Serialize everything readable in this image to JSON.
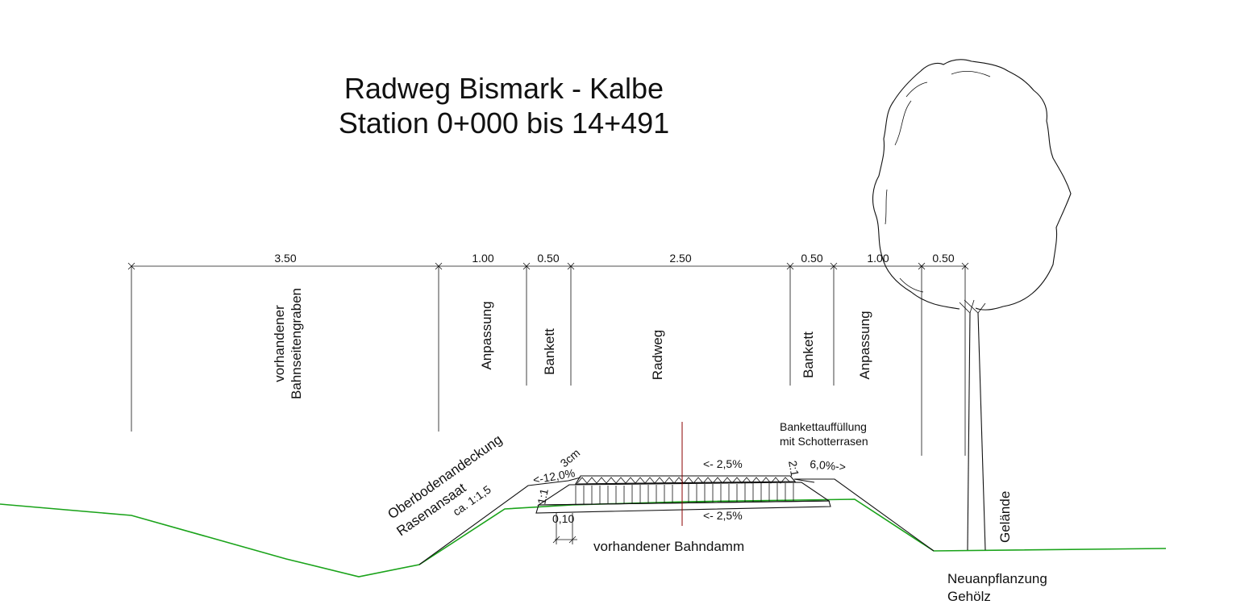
{
  "title": {
    "line1": "Radweg Bismark - Kalbe",
    "line2": "Station 0+000 bis 14+491"
  },
  "dimensions": [
    "3.50",
    "1.00",
    "0.50",
    "2.50",
    "0.50",
    "1.00",
    "0.50"
  ],
  "zones": {
    "graben_line1": "vorhandener",
    "graben_line2": "Bahnseitengraben",
    "anpassung_left": "Anpassung",
    "bankett_left": "Bankett",
    "radweg": "Radweg",
    "bankett_right": "Bankett",
    "anpassung_right": "Anpassung"
  },
  "annotations": {
    "oberboden": "Oberbodenandeckung",
    "rasen": "Rasenansaat",
    "slope_left": "ca. 1:1,5",
    "slope_12": "<-12,0%",
    "thickness": "3cm",
    "ratio_1_1": "1:1",
    "offset": "0,10",
    "grade_top": "<- 2,5%",
    "grade_bottom": "<- 2,5%",
    "bankett_fill_line1": "Bankettauffüllung",
    "bankett_fill_line2": "mit Schotterrasen",
    "ratio_2_1": "2:1",
    "slope_6": "6,0%->",
    "bahndamm": "vorhandener Bahndamm",
    "gelaende": "Gelände",
    "planting_line1": "Neuanpflanzung",
    "planting_line2": "Gehölz"
  },
  "colors": {
    "ground": "#1aa31a",
    "axis": "#8b0000",
    "lines": "#111111"
  }
}
